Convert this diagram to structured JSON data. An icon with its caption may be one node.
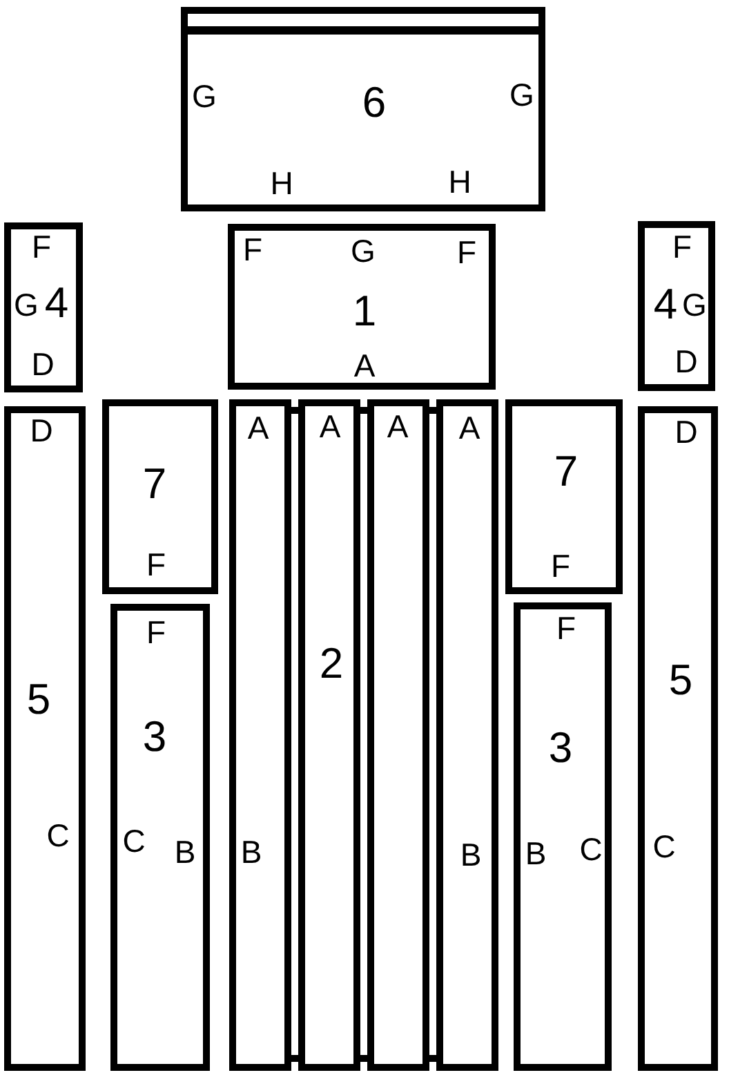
{
  "diagram": {
    "nodes": [
      {
        "text": [
          "G",
          "6",
          "G",
          "H",
          "H"
        ]
      },
      {
        "text": [
          "F",
          "G",
          "4",
          "D"
        ]
      },
      {
        "text": [
          "F",
          "G",
          "F",
          "1",
          "A"
        ]
      },
      {
        "text": [
          "F",
          "4",
          "G",
          "D"
        ]
      },
      {
        "text": [
          "D",
          "5",
          "C"
        ]
      },
      {
        "text": [
          "7",
          "F"
        ]
      },
      {
        "text": [
          "A",
          "B"
        ]
      },
      {
        "text": [
          "A",
          "2"
        ]
      },
      {
        "text": [
          "A"
        ]
      },
      {
        "text": [
          "A",
          "B"
        ]
      },
      {
        "text": [
          "7",
          "F"
        ]
      },
      {
        "text": [
          "D",
          "5",
          "C"
        ]
      },
      {
        "text": [
          "F",
          "3",
          "C",
          "B"
        ]
      },
      {
        "text": [
          "F",
          "3",
          "B",
          "C"
        ]
      }
    ],
    "edges": [
      {
        "from": 6,
        "to": 7,
        "arrow": "none"
      },
      {
        "from": 7,
        "to": 8,
        "arrow": "none"
      },
      {
        "from": 8,
        "to": 9,
        "arrow": "none"
      },
      {
        "from": 6,
        "to": 7,
        "arrow": "none"
      },
      {
        "from": 7,
        "to": 8,
        "arrow": "none"
      },
      {
        "from": 8,
        "to": 9,
        "arrow": "none"
      }
    ]
  }
}
